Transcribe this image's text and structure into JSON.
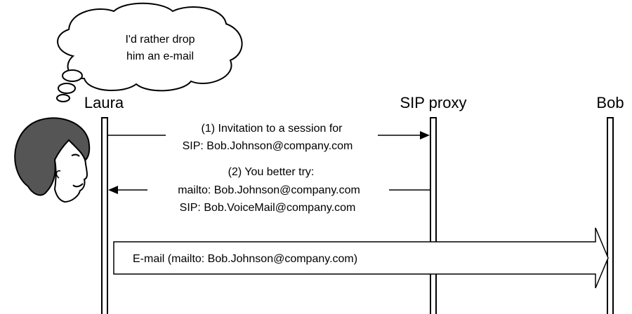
{
  "thought_bubble": {
    "line1": "I'd rather drop",
    "line2": "him an e-mail"
  },
  "actors": {
    "laura": "Laura",
    "proxy": "SIP proxy",
    "bob": "Bob"
  },
  "messages": {
    "invite_line1": "(1) Invitation to a session for",
    "invite_line2": "SIP: Bob.Johnson@company.com",
    "redirect_line1": "(2) You better try:",
    "redirect_line2": "mailto: Bob.Johnson@company.com",
    "redirect_line3": "SIP: Bob.VoiceMail@company.com",
    "email": "E-mail (mailto: Bob.Johnson@company.com)"
  },
  "icons": {
    "person": "woman-face-icon",
    "thought": "thought-bubble-icon"
  }
}
